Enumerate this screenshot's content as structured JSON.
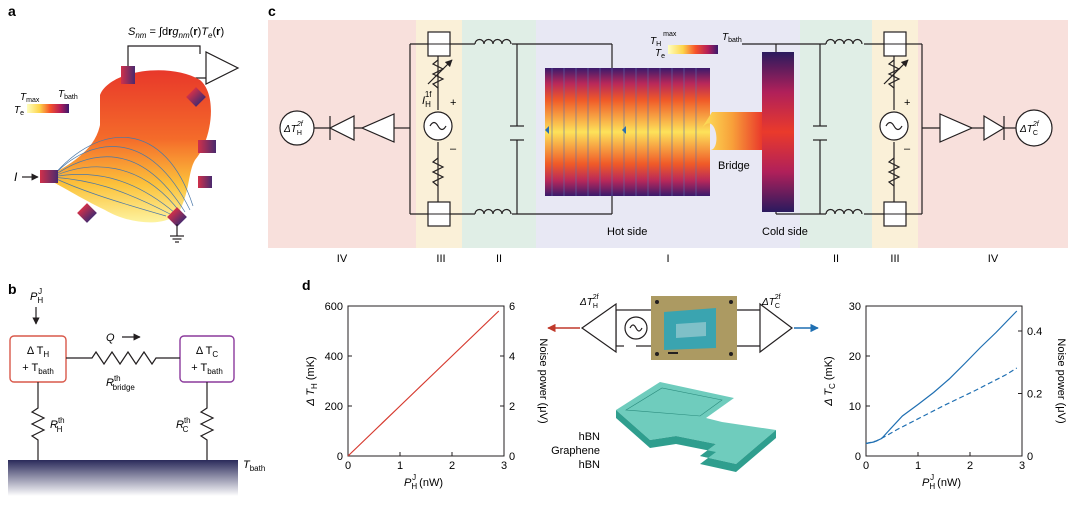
{
  "panels": {
    "a": "a",
    "b": "b",
    "c": "c",
    "d": "d"
  },
  "panel_a": {
    "formula_lhs": "S",
    "formula_lhs_sub": "nm",
    "formula_rhs": " = ∫d",
    "formula_r": "r",
    "formula_g": "g",
    "formula_g_sub": "nm",
    "formula_tail_1": "(",
    "formula_tail_2": ")",
    "formula_T": "T",
    "formula_T_sub": "e",
    "colorbar_tmax": "T",
    "colorbar_tmax_sub": "max",
    "colorbar_tbath": "T",
    "colorbar_tbath_sub": "bath",
    "colorbar_te": "T",
    "colorbar_te_sub": "e",
    "current_label": "I"
  },
  "panel_b": {
    "power_label": "P",
    "power_sub": "H",
    "power_sup": "J",
    "hot_box_line1": "Δ T",
    "hot_box_line1_sub": "H",
    "hot_box_line2": "+ T",
    "hot_box_line2_sub": "bath",
    "cold_box_line1": "Δ T",
    "cold_box_line1_sub": "C",
    "cold_box_line2": "+ T",
    "cold_box_line2_sub": "bath",
    "flow_label": "Q",
    "bridge_R": "R",
    "bridge_R_sup": "th",
    "bridge_R_sub": "bridge",
    "rh": "R",
    "rh_sup": "th",
    "rh_sub": "H",
    "rc": "R",
    "rc_sup": "th",
    "rc_sub": "C",
    "bath_label": "T",
    "bath_sub": "bath"
  },
  "panel_c": {
    "hot_side": "Hot side",
    "cold_side": "Cold side",
    "bridge": "Bridge",
    "left_detector": "ΔT",
    "left_detector_sub": "H",
    "left_detector_sup": "2f",
    "right_detector": "ΔT",
    "right_detector_sub": "C",
    "right_detector_sup": "2f",
    "source_I": "I",
    "source_sub": "H",
    "source_sup": "1f",
    "plus": "+",
    "minus": "–",
    "colorbar_th": "T",
    "colorbar_th_sub": "H",
    "colorbar_th_sup": "max",
    "colorbar_te": "T",
    "colorbar_te_sub": "e",
    "colorbar_tbath": "T",
    "colorbar_tbath_sub": "bath",
    "regions": [
      "IV",
      "III",
      "II",
      "I",
      "II",
      "III",
      "IV"
    ],
    "region_colors": [
      "#f8e0dc",
      "#faf0d8",
      "#e0eee6",
      "#e8e8f4",
      "#e0eee6",
      "#faf0d8",
      "#f8e0dc"
    ]
  },
  "panel_d": {
    "middle": {
      "left_label": "ΔT",
      "left_sub": "H",
      "left_sup": "2f",
      "right_label": "ΔT",
      "right_sub": "C",
      "right_sup": "2f",
      "layers": [
        "hBN",
        "Graphene",
        "hBN"
      ],
      "layer_colors": [
        "#27a99a",
        "#231f20",
        "#27a99a"
      ]
    }
  },
  "chart_data": [
    {
      "type": "line",
      "xlabel": "P",
      "xlabel_sub": "H",
      "xlabel_sup": "J",
      "xlabel_unit": " (nW)",
      "ylabel": "Δ T",
      "ylabel_sub": "H",
      "ylabel_unit": " (mK)",
      "y2label": "Noise power (μV)",
      "xlim": [
        0,
        3
      ],
      "ylim": [
        0,
        600
      ],
      "y2lim": [
        0,
        6
      ],
      "xticks": [
        0,
        1,
        2,
        3
      ],
      "yticks": [
        0,
        200,
        400,
        600
      ],
      "y2ticks": [
        0,
        2,
        4,
        6
      ],
      "color": "#d63a2f",
      "series": [
        {
          "x": [
            0,
            0.5,
            1.0,
            1.5,
            2.0,
            2.5,
            2.9
          ],
          "values": [
            0,
            100,
            200,
            300,
            400,
            500,
            580
          ]
        }
      ]
    },
    {
      "type": "line",
      "xlabel": "P",
      "xlabel_sub": "H",
      "xlabel_sup": "J",
      "xlabel_unit": " (nW)",
      "ylabel": "Δ T",
      "ylabel_sub": "C",
      "ylabel_unit": " (mK)",
      "y2label": "Noise power (μV)",
      "xlim": [
        0,
        3
      ],
      "ylim": [
        0,
        30
      ],
      "y2lim": [
        0,
        0.48
      ],
      "xticks": [
        0,
        1,
        2,
        3
      ],
      "yticks": [
        0,
        10,
        20,
        30
      ],
      "y2ticks": [
        0,
        0.2,
        0.4
      ],
      "color": "#1f6fb2",
      "series": [
        {
          "style": "solid",
          "x": [
            0,
            0.15,
            0.3,
            0.45,
            0.7,
            1.0,
            1.3,
            1.6,
            1.9,
            2.2,
            2.5,
            2.9
          ],
          "values": [
            2.5,
            2.8,
            3.5,
            5.2,
            8.0,
            10.3,
            12.7,
            15.4,
            18.5,
            21.7,
            24.7,
            29.0
          ]
        },
        {
          "style": "dashed",
          "x": [
            0,
            0.2,
            0.4,
            0.6,
            0.9,
            1.2,
            1.5,
            1.8,
            2.1,
            2.4,
            2.7,
            2.9
          ],
          "values": [
            2.5,
            3.0,
            4.1,
            5.3,
            6.9,
            8.5,
            10.1,
            11.6,
            13.1,
            14.7,
            16.3,
            17.6
          ]
        }
      ]
    }
  ]
}
